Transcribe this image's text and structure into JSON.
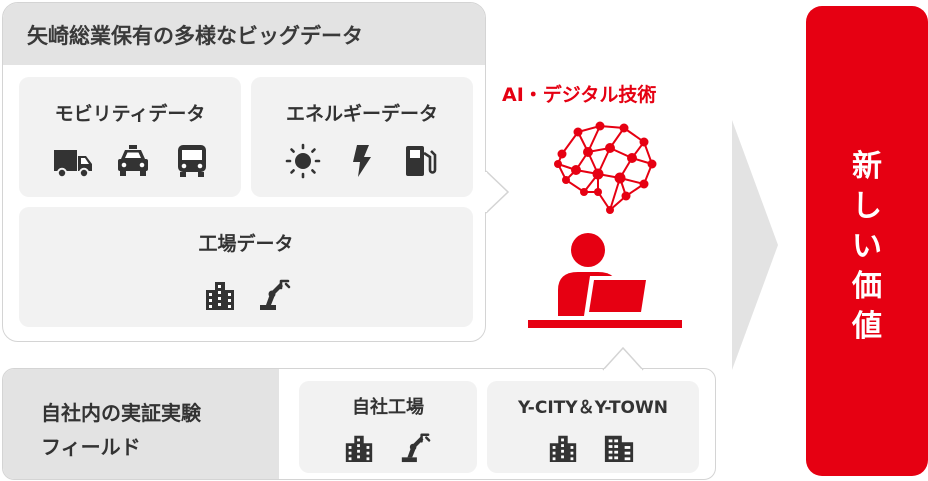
{
  "bigdata": {
    "title": "矢崎総業保有の多様なビッグデータ",
    "cells": {
      "mobility": {
        "label": "モビリティデータ",
        "icons": [
          "truck-icon",
          "taxi-icon",
          "bus-icon"
        ]
      },
      "energy": {
        "label": "エネルギーデータ",
        "icons": [
          "sun-icon",
          "lightning-icon",
          "fuel-pump-icon"
        ]
      },
      "factory": {
        "label": "工場データ",
        "icons": [
          "building-icon",
          "robot-arm-icon"
        ]
      }
    }
  },
  "ai": {
    "title": "AI・デジタル技術",
    "icons": [
      "brain-network-icon",
      "person-at-laptop-icon"
    ]
  },
  "field": {
    "label_line1": "自社内の実証実験",
    "label_line2": "フィールド",
    "cells": {
      "own_factory": {
        "label": "自社工場",
        "icons": [
          "building-icon",
          "robot-arm-icon"
        ]
      },
      "ycity": {
        "label": "Y-CITY＆Y-TOWN",
        "icons": [
          "building-icon",
          "office-building-icon"
        ]
      }
    }
  },
  "new_value": {
    "chars": [
      "新",
      "し",
      "い",
      "価",
      "値"
    ]
  },
  "colors": {
    "accent_red": "#e60012",
    "panel_gray": "#e3e3e3",
    "cell_gray": "#f2f2f2",
    "icon_dark": "#333333"
  }
}
